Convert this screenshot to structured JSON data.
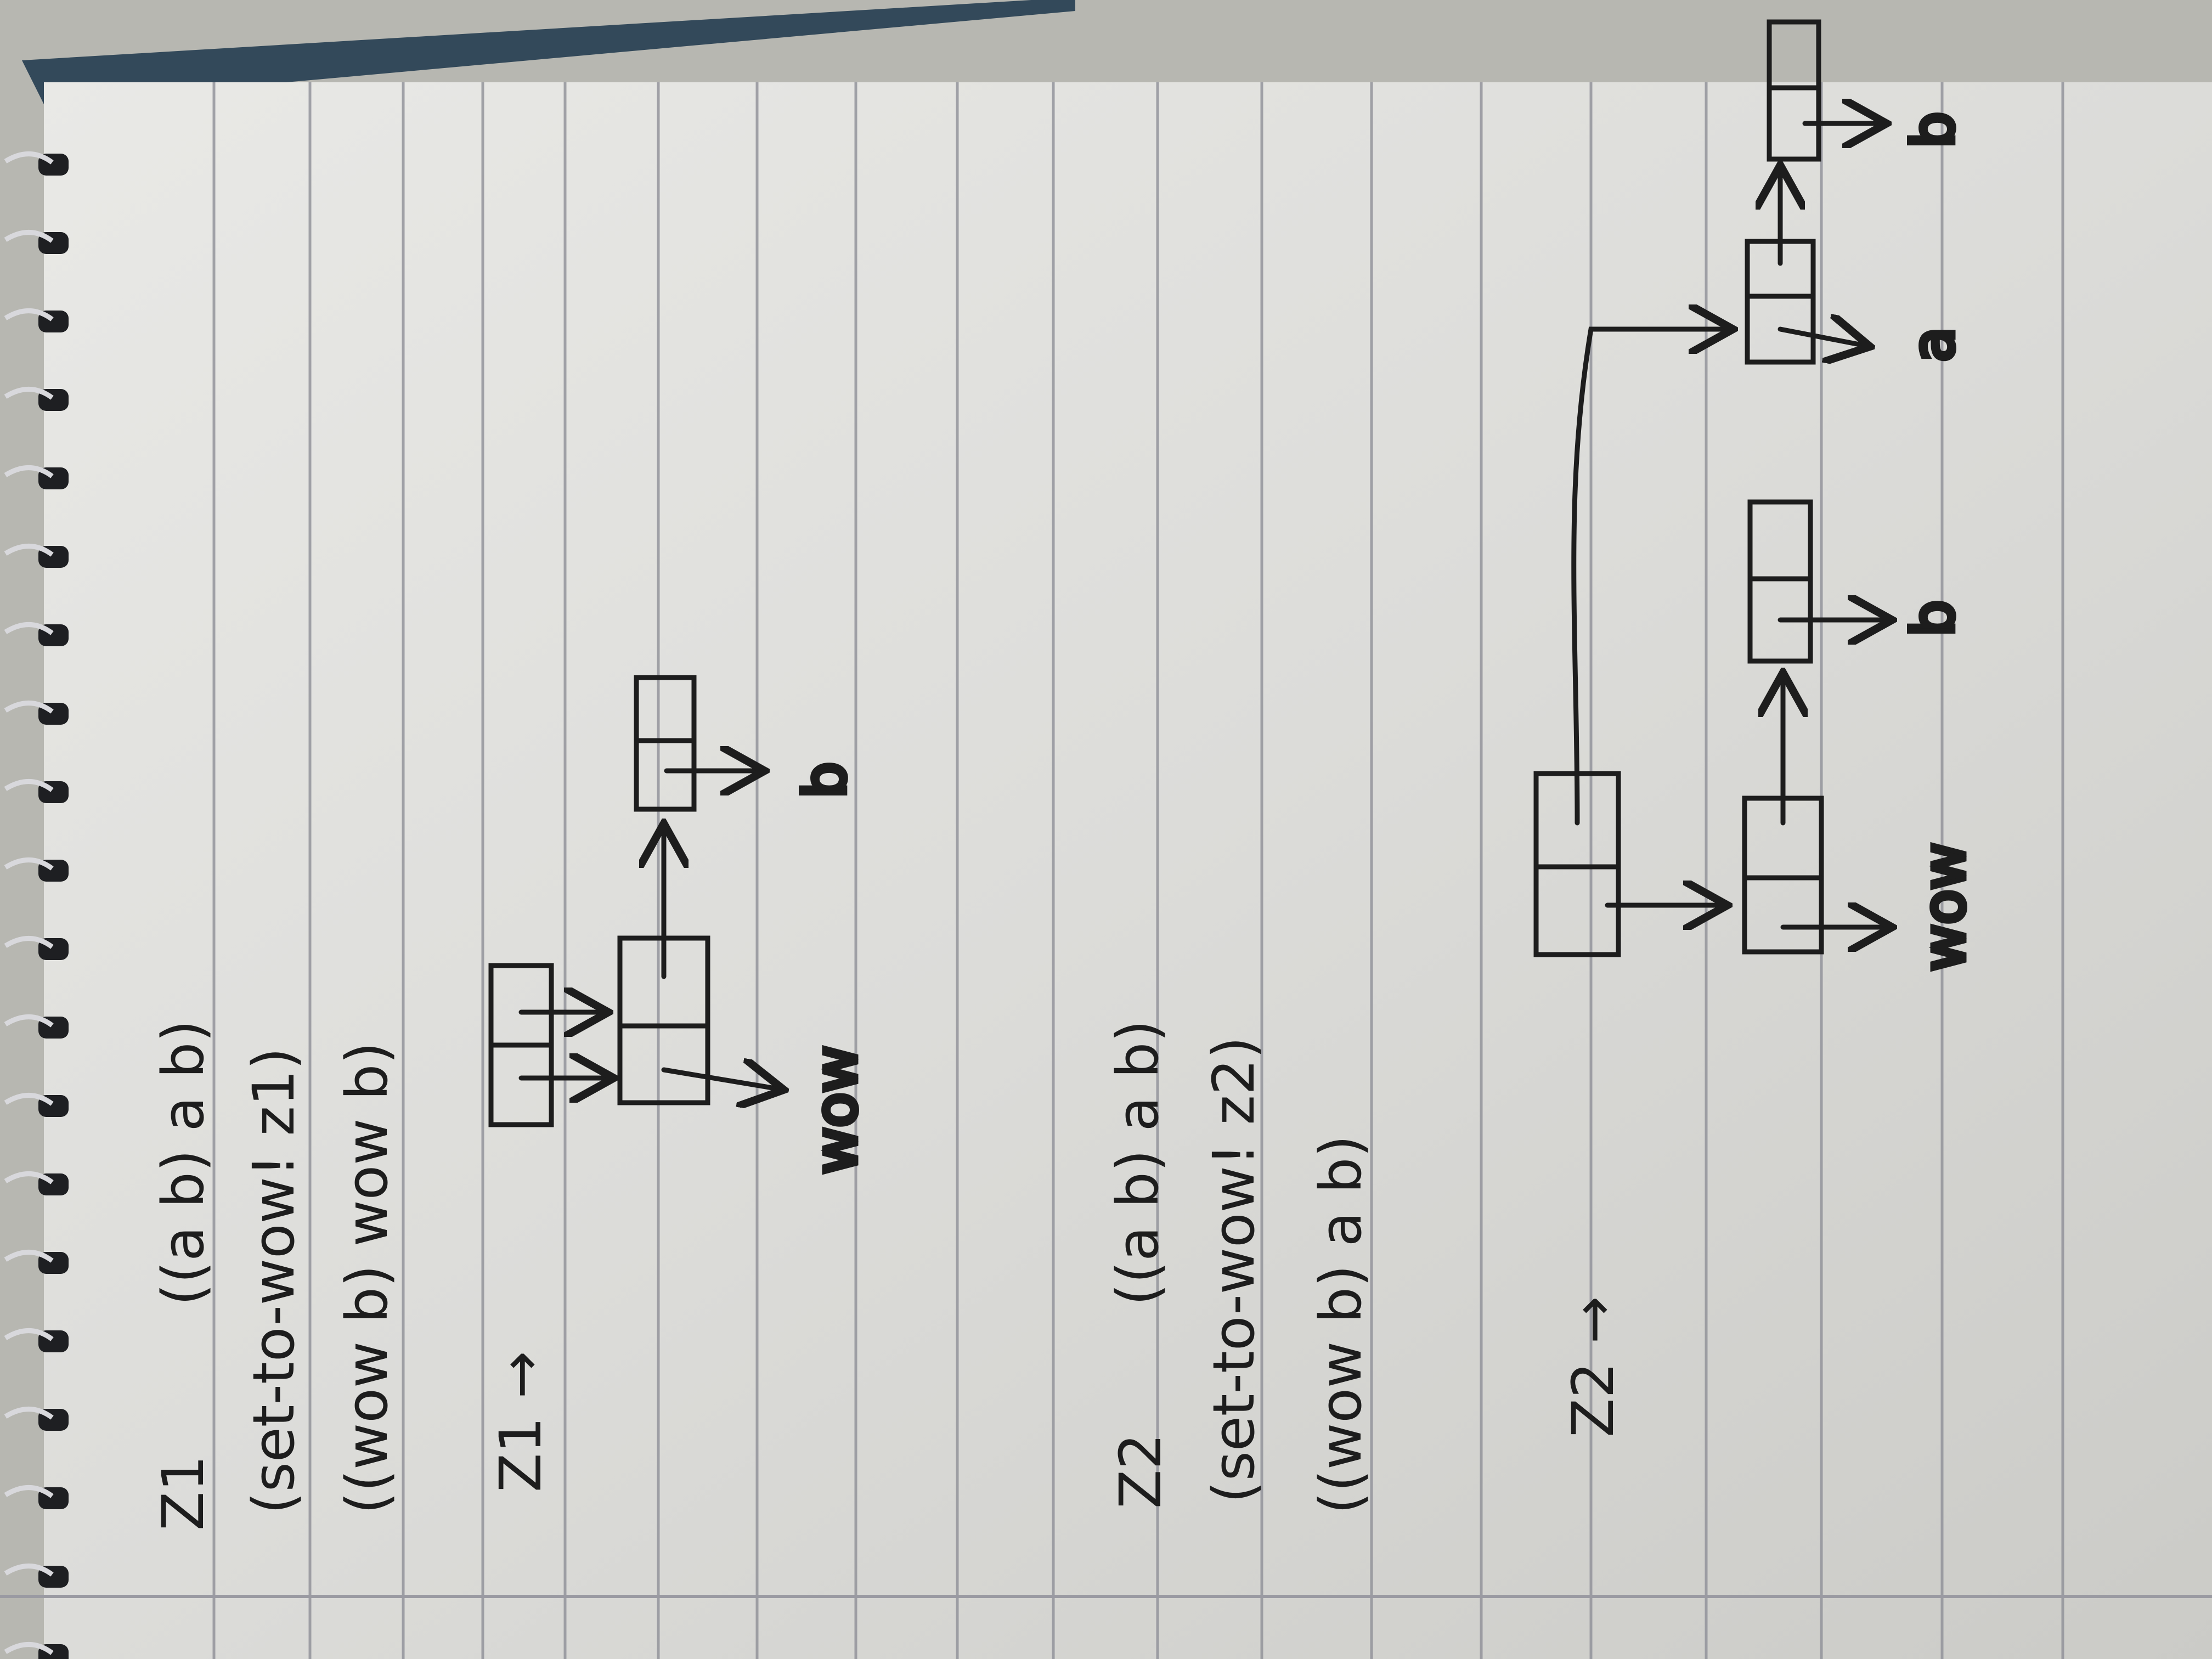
{
  "z1_section": {
    "title": "Z1",
    "expr_initial": "((a b) a b)",
    "expr_call": "(set-to-wow! z1)",
    "expr_result": "((wow b) wow b)",
    "diagram_label": "Z1 →",
    "diagram_atoms": {
      "wow": "wow",
      "b": "b"
    }
  },
  "z2_section": {
    "title": "Z2",
    "expr_initial": "((a b) a b)",
    "expr_call": "(set-to-wow! z2)",
    "expr_result": "((wow b) a b)",
    "diagram_label": "Z2 →",
    "diagram_atoms": {
      "wow": "wow",
      "b_upper": "b",
      "a": "a",
      "b_lower": "b"
    }
  }
}
